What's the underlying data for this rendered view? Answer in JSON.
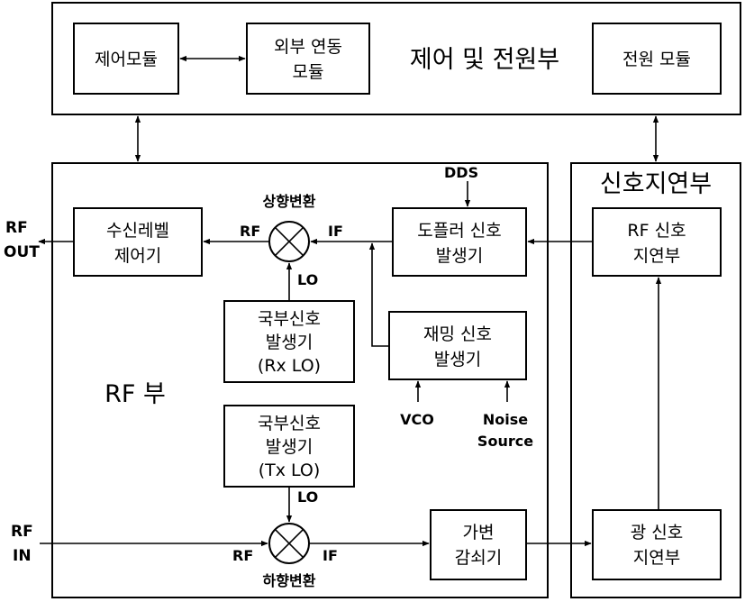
{
  "sections": {
    "control_power": "제어 및 전원부",
    "rf": "RF 부",
    "signal_delay": "신호지연부"
  },
  "blocks": {
    "control_module": "제어모듈",
    "external_link": [
      "외부 연동",
      "모듈"
    ],
    "power_module": "전원 모듈",
    "rx_level_control": [
      "수신레벨",
      "제어기"
    ],
    "doppler_gen": [
      "도플러 신호",
      "발생기"
    ],
    "rf_delay": [
      "RF 신호",
      "지연부"
    ],
    "rx_lo": [
      "국부신호",
      "발생기",
      "(Rx LO)"
    ],
    "jamming_gen": [
      "재밍 신호",
      "발생기"
    ],
    "tx_lo": [
      "국부신호",
      "발생기",
      "(Tx LO)"
    ],
    "attenuator": [
      "가변",
      "감쇠기"
    ],
    "optical_delay": [
      "광 신호",
      "지연부"
    ]
  },
  "mixers": {
    "upconverter": "상향변환",
    "downconverter": "하향변환"
  },
  "labels": {
    "rf_out": [
      "RF",
      "OUT"
    ],
    "rf_in": [
      "RF",
      "IN"
    ],
    "dds": "DDS",
    "vco": "VCO",
    "noise_source": [
      "Noise",
      "Source"
    ],
    "up_rf": "RF",
    "up_if": "IF",
    "up_lo": "LO",
    "down_rf": "RF",
    "down_if": "IF",
    "down_lo": "LO"
  }
}
